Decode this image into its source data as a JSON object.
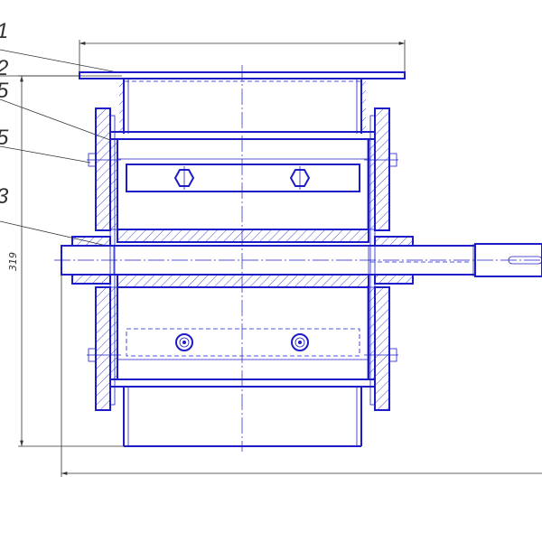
{
  "drawing": {
    "callouts": [
      {
        "id": "1",
        "text": "1"
      },
      {
        "id": "2",
        "text": "2"
      },
      {
        "id": "3",
        "text": "5"
      },
      {
        "id": "4",
        "text": "5"
      },
      {
        "id": "5",
        "text": "3"
      }
    ],
    "dimension_height": "319",
    "colors": {
      "line": "#1c1cc8",
      "dimension": "#333333",
      "background": "#ffffff"
    }
  }
}
